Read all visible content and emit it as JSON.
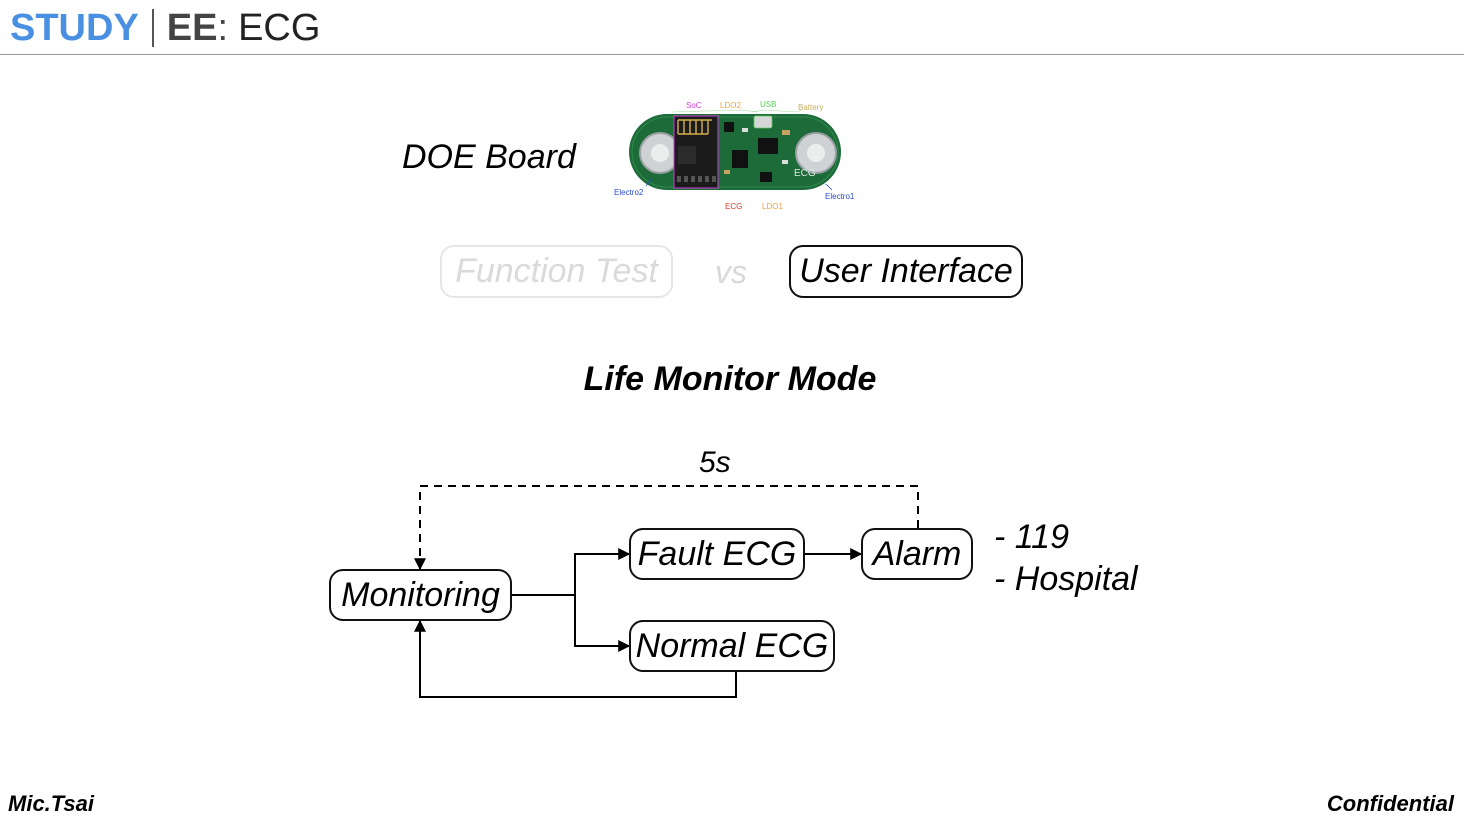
{
  "header": {
    "study": "STUDY",
    "ee": "EE",
    "colon": ":",
    "topic": "ECG"
  },
  "board": {
    "label": "DOE Board",
    "image_labels": {
      "soc": "SoC",
      "ldo2": "LDO2",
      "usb": "USB",
      "battery": "Battery",
      "electro2": "Electro2",
      "electro1": "Electro1",
      "ecg": "ECG",
      "ldo1": "LDO1",
      "silk_ecg": "ECG"
    },
    "label_colors": {
      "soc": "#d23bd6",
      "ldo2": "#f0a33a",
      "usb": "#5cc95c",
      "battery": "#c9b060",
      "electro": "#2a4ad0",
      "ecg": "#e03a2a",
      "ldo1": "#f0a33a",
      "pcb": "#1e6b3a"
    }
  },
  "compare": {
    "function_test": "Function Test",
    "vs": "vs",
    "user_interface": "User Interface"
  },
  "mode_title": "Life Monitor Mode",
  "flow": {
    "monitoring": "Monitoring",
    "fault_ecg": "Fault ECG",
    "normal_ecg": "Normal ECG",
    "alarm": "Alarm",
    "interval": "5s",
    "contacts": [
      "- 119",
      "- Hospital"
    ]
  },
  "footer": {
    "author": "Mic.Tsai",
    "classification": "Confidential"
  }
}
